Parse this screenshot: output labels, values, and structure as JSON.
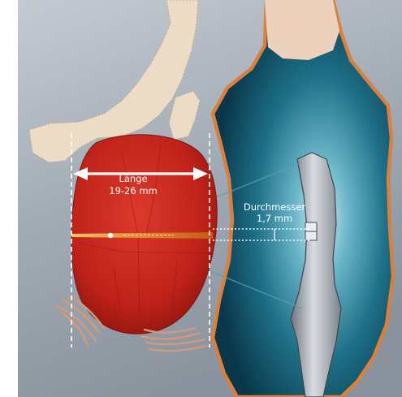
{
  "diagram": {
    "length_label": "Länge",
    "length_value": "19-26 mm",
    "diameter_label": "Durchmesser",
    "diameter_value": "1,7 mm"
  },
  "colors": {
    "background": "#9aa3ad",
    "bone": "#ecdcc6",
    "organ_red": "#c4281f",
    "tissue_teal": "#1d6f8a",
    "tissue_outline": "#d9803e",
    "probe": "#b8bec6",
    "fibers": "#d39a7a"
  }
}
